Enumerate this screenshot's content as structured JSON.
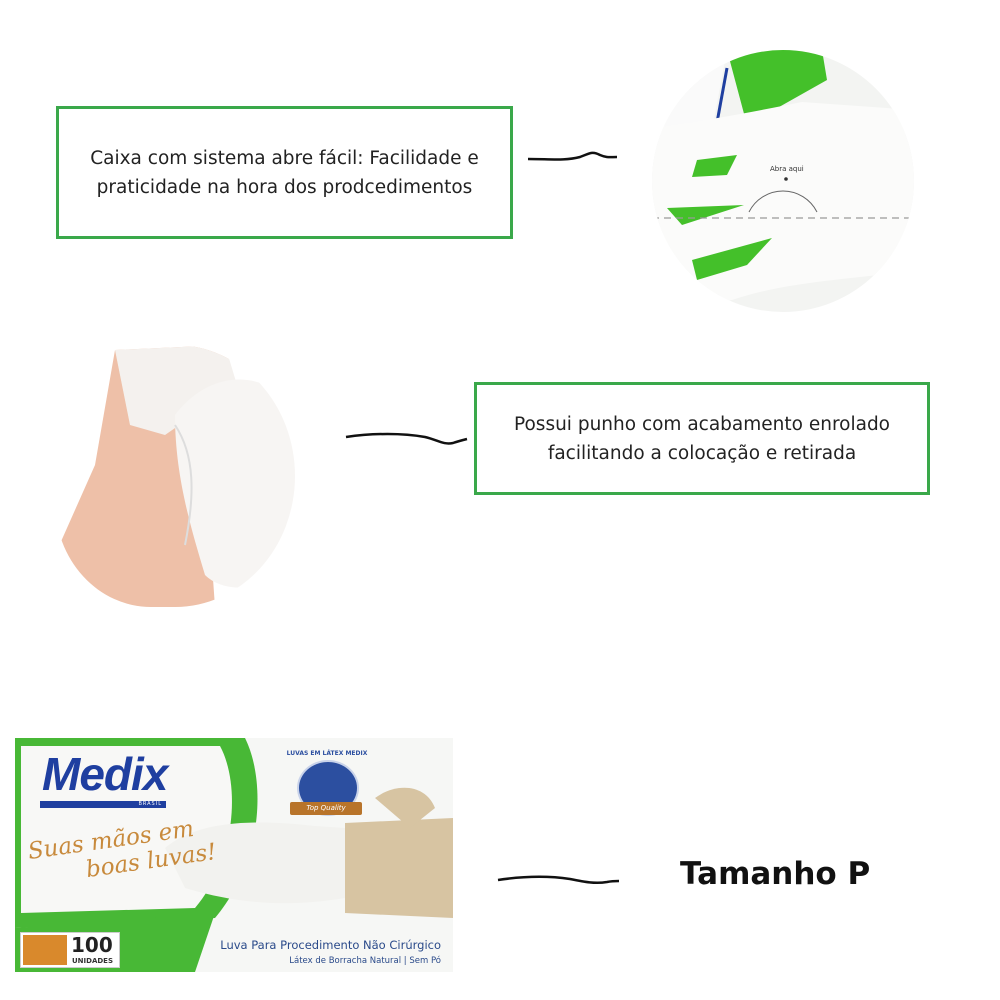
{
  "callouts": [
    {
      "lines": [
        "Caixa com sistema abre fácil: Facilidade e",
        "praticidade na hora dos prodcedimentos"
      ]
    },
    {
      "lines": [
        "Possui punho com acabamento enrolado",
        "facilitando a colocação e retirada"
      ]
    }
  ],
  "detail_circle": {
    "label": "Abra aqui"
  },
  "size_label": "Tamanho P",
  "product_box": {
    "brand": "Medix",
    "brand_sub": "BRASIL",
    "slogan": [
      "Suas mãos em",
      "boas luvas!"
    ],
    "seal_text": "LUVAS EM LÁTEX MEDIX",
    "seal_ribbon": "Top Quality",
    "count": "100",
    "count_unit": "UNIDADES",
    "line1": "Luva Para Procedimento Não Cirúrgico",
    "line2": "Látex de Borracha Natural | Sem Pó"
  },
  "colors": {
    "accent_green": "#3aa84a",
    "brand_blue": "#1f3fa0",
    "glove_green": "#44c02a"
  }
}
